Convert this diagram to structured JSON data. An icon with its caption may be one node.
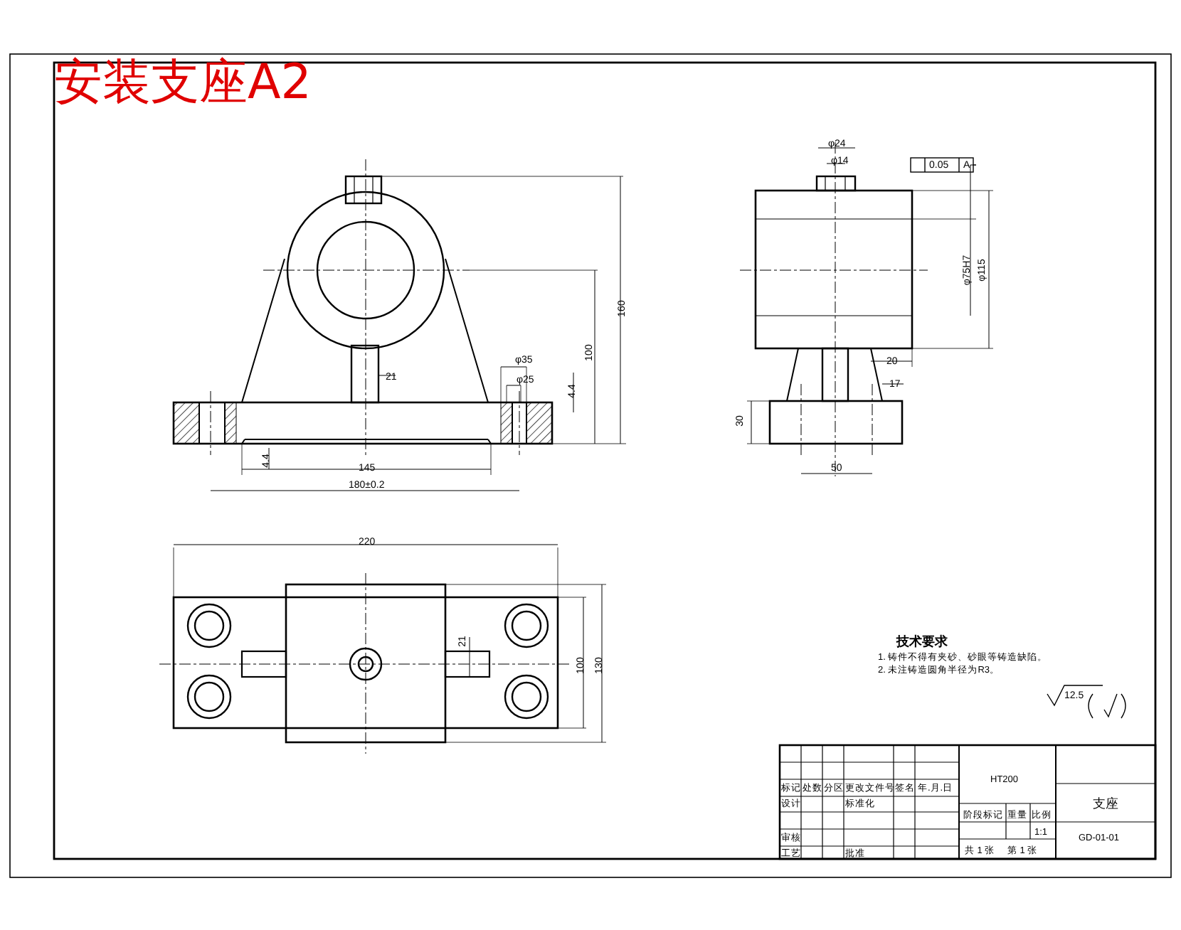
{
  "diagram": {
    "title": "安装支座A2",
    "labels": [
      "160",
      "100",
      "21",
      "φ35",
      "φ25",
      "4.4",
      "4.4",
      "145",
      "180±0.2",
      "φ24",
      "φ14",
      "0.05",
      "A",
      "φ75H7",
      "φ115",
      "20",
      "17",
      "30",
      "50",
      "220",
      "21",
      "100",
      "130",
      "技术要求",
      "1. 铸件不得有夹砂、砂眼等铸造缺陷。",
      "2. 未注铸造圆角半径为R3。",
      "12.5",
      "标记",
      "处数",
      "分区",
      "更改文件号",
      "签名",
      "年.月.日",
      "设计",
      "标准化",
      "审核",
      "工艺",
      "批准",
      "HT200",
      "阶段标记",
      "重量",
      "比例",
      "1:1",
      "共 1 张",
      "第 1 张",
      "支座",
      "GD-01-01"
    ]
  }
}
